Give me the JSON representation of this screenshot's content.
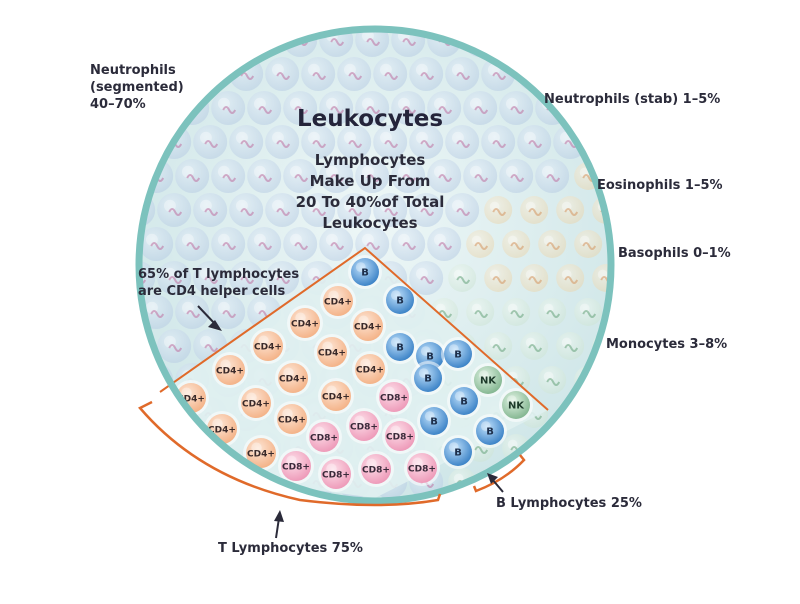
{
  "title": "Leukocytes",
  "subtitle": [
    "Lymphocytes",
    "Make Up From",
    "20 To 40%of Total",
    "Leukocytes"
  ],
  "labels": {
    "neutrophils_segmented": [
      "Neutrophils",
      "(segmented)",
      "40–70%"
    ],
    "neutrophils_stab": "Neutrophils (stab) 1–5%",
    "eosinophils": "Eosinophils 1–5%",
    "basophils": "Basophils 0–1%",
    "monocytes": "Monocytes 3–8%",
    "cd4_note": [
      "65% of T lymphocytes",
      "are CD4 helper cells"
    ],
    "t_lymphocytes": "T Lymphocytes 75%",
    "b_lymphocytes": "B Lymphocytes 25%"
  },
  "cell_types": {
    "cd4": "CD4+",
    "cd8": "CD8+",
    "b": "B",
    "nk": "NK"
  },
  "colors": {
    "circle_border": "#7cc2bd",
    "circle_fill": "#d7ecec",
    "bracket": "#e06a2a",
    "cd4": "#f6c29e",
    "cd8": "#f1a9c4",
    "b": "#5b9fd8",
    "nk": "#8fc29a"
  }
}
